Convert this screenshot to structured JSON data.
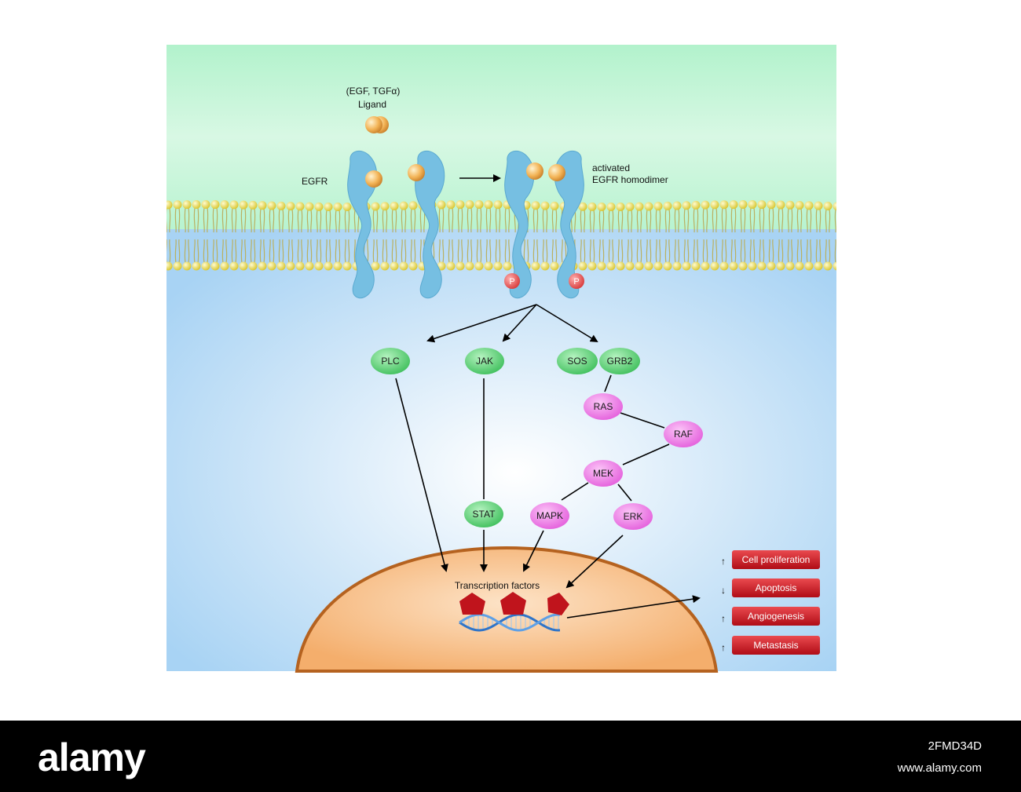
{
  "ligand": {
    "line1": "(EGF, TGFα)",
    "line2": "Ligand"
  },
  "receptor_label": "EGFR",
  "activated_label": {
    "line1": "activated",
    "line2": "EGFR homodimer"
  },
  "phospho": "P",
  "nodes": {
    "plc": "PLC",
    "jak": "JAK",
    "sos": "SOS",
    "grb2": "GRB2",
    "ras": "RAS",
    "raf": "RAF",
    "mek": "MEK",
    "mapk": "MAPK",
    "erk": "ERK",
    "stat": "STAT"
  },
  "nucleus_label": "Transcription factors",
  "outcomes": [
    {
      "label": "Cell proliferation",
      "arrow": "↑"
    },
    {
      "label": "Apoptosis",
      "arrow": "↓"
    },
    {
      "label": "Angiogenesis",
      "arrow": "↑"
    },
    {
      "label": "Metastasis",
      "arrow": "↑"
    }
  ],
  "colors": {
    "extracellular": "#b5f5cf",
    "cytoplasm": "#aed6f5",
    "membrane_head": "#ece04a",
    "receptor": "#74bde0",
    "ligand": "#e8a13c",
    "phosphate": "#e45a5a",
    "green_node": "#5ccf72",
    "pink_node": "#ef7be8",
    "nucleus_fill": "#f6b877",
    "nucleus_border": "#b5621f",
    "outcome_box": "#c8141e",
    "tf_pentagon": "#c0141c",
    "dna": "#3f86d4"
  },
  "watermark": {
    "brand": "alamy",
    "image_id": "2FMD34D",
    "url": "www.alamy.com"
  }
}
